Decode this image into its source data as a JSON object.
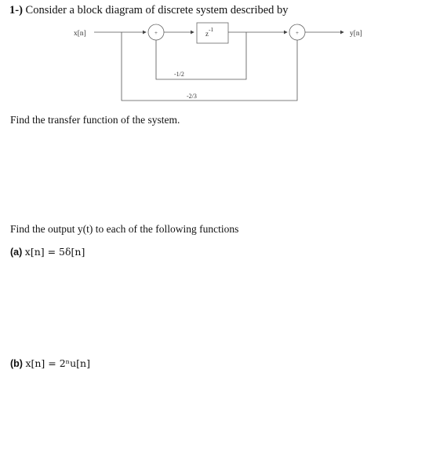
{
  "problem": {
    "number": "1-)",
    "statement": "Consider a block diagram of discrete system described by"
  },
  "diagram": {
    "input_label": "x[n]",
    "output_label": "y[n]",
    "delay_label": "z",
    "delay_exponent": "-1",
    "sum_sign": "+",
    "gain_inner": "-1/2",
    "gain_outer": "-2/3"
  },
  "question_transfer": "Find the transfer function of the system.",
  "question_output": "Find the output y(t) to each of the following functions",
  "parts": [
    {
      "label": "(a)",
      "expression": "x[n] = 5δ[n]"
    },
    {
      "label": "(b)",
      "expression": "x[n] = 2ⁿu[n]"
    }
  ]
}
